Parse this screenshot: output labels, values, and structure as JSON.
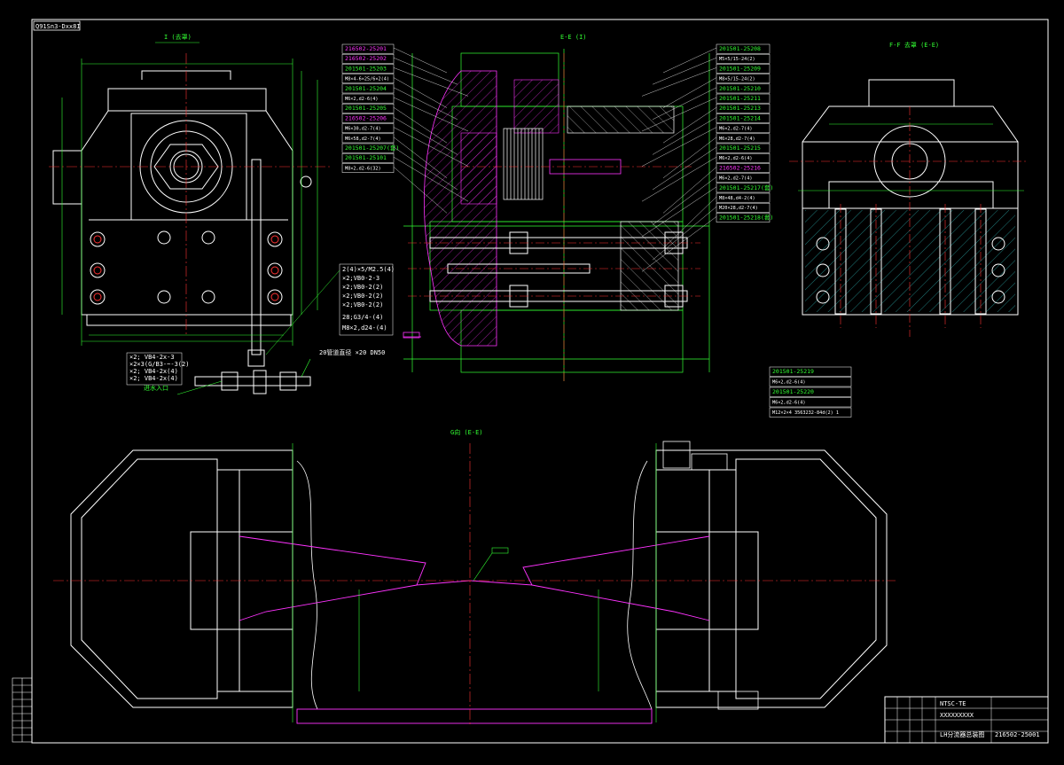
{
  "drawing": {
    "header_tag": "Q91Sn3-Dxx8I",
    "colors": {
      "bg": "#000000",
      "white": "#ffffff",
      "green": "#33ff33",
      "magenta": "#ff33ff",
      "red": "#ff3333",
      "cyan": "#33cccc"
    },
    "views": {
      "top_left_title": "I (去罩)",
      "top_center_title": "E-E (I)",
      "top_right_title": "F-F 去罩 (E-E)",
      "bottom_title": "G向 (E-E)"
    },
    "parts_left_col": [
      {
        "label": "216502-25201",
        "color": "magenta"
      },
      {
        "label": "216502-25202",
        "color": "magenta"
      },
      {
        "label": "201501-25203",
        "color": "green"
      },
      {
        "label": "M8×4-6×25/6×2(4)",
        "color": "white"
      },
      {
        "label": "201501-25204",
        "color": "green"
      },
      {
        "label": "M6×2,d2-6(4)",
        "color": "white"
      },
      {
        "label": "201501-25205",
        "color": "green"
      },
      {
        "label": "216502-25206",
        "color": "magenta"
      },
      {
        "label": "M6×30,d2-7(4)",
        "color": "white"
      },
      {
        "label": "M6×58,d2-7(4)",
        "color": "white"
      },
      {
        "label": "201501-25207(套)",
        "color": "green"
      },
      {
        "label": "201501-25101",
        "color": "green"
      },
      {
        "label": "M8×2,d2-6(32)",
        "color": "white"
      }
    ],
    "parts_right_col": [
      {
        "label": "201501-25208",
        "color": "green"
      },
      {
        "label": "M5×5/15-24(2)",
        "color": "white"
      },
      {
        "label": "201501-25209",
        "color": "green"
      },
      {
        "label": "M8×5/15-24(2)",
        "color": "white"
      },
      {
        "label": "201501-25210",
        "color": "green"
      },
      {
        "label": "201501-25211",
        "color": "green"
      },
      {
        "label": "201501-25213",
        "color": "green"
      },
      {
        "label": "201501-25214",
        "color": "green"
      },
      {
        "label": "M6×2,d2-7(4)",
        "color": "white"
      },
      {
        "label": "M6×28,d2-7(4)",
        "color": "white"
      },
      {
        "label": "201501-25215",
        "color": "green"
      },
      {
        "label": "M6×2,d2-6(4)",
        "color": "white"
      },
      {
        "label": "216502-25216",
        "color": "magenta"
      },
      {
        "label": "M6×2,d2-7(4)",
        "color": "white"
      },
      {
        "label": "201501-25217(套)",
        "color": "green"
      },
      {
        "label": "M8×48,d4-2(4)",
        "color": "white"
      },
      {
        "label": "M20×28,d2-7(4)",
        "color": "white"
      },
      {
        "label": "201501-25218(套)",
        "color": "green"
      }
    ],
    "parts_lower_right": [
      {
        "label": "201501-25219",
        "color": "green"
      },
      {
        "label": "M6×2,d2-6(4)",
        "color": "white"
      },
      {
        "label": "201501-25220",
        "color": "green"
      },
      {
        "label": "M6×2,d2-6(4)",
        "color": "white"
      },
      {
        "label": "M12×2×4 3563232-84d(2) 1",
        "color": "white"
      }
    ],
    "notes_left": [
      "2(4)×5/M2.5(4)",
      "×2;VB0-2-3",
      "×2;VB0-2(2)",
      "×2;VB0-2(2)",
      "×2;VB0-2(2)",
      "28;G3/4-(4)",
      "M8×2,d24-(4)"
    ],
    "notes_bottom_left": [
      "×2;  VB4-2x-3",
      "×2×3(G/B3-~-3(2)",
      "×2;  VB4-2x(4)",
      "×2;  VB4-2x(4)"
    ],
    "callout_fluid": "进水入口",
    "callout_pipe": "20管道直径 ×20 DN50",
    "title_block": {
      "line1": "NTSC-TE",
      "line2": "XXXXXXXXX",
      "drawing_name": "LH分流器总装图",
      "drawing_number": "216502-25001"
    }
  }
}
